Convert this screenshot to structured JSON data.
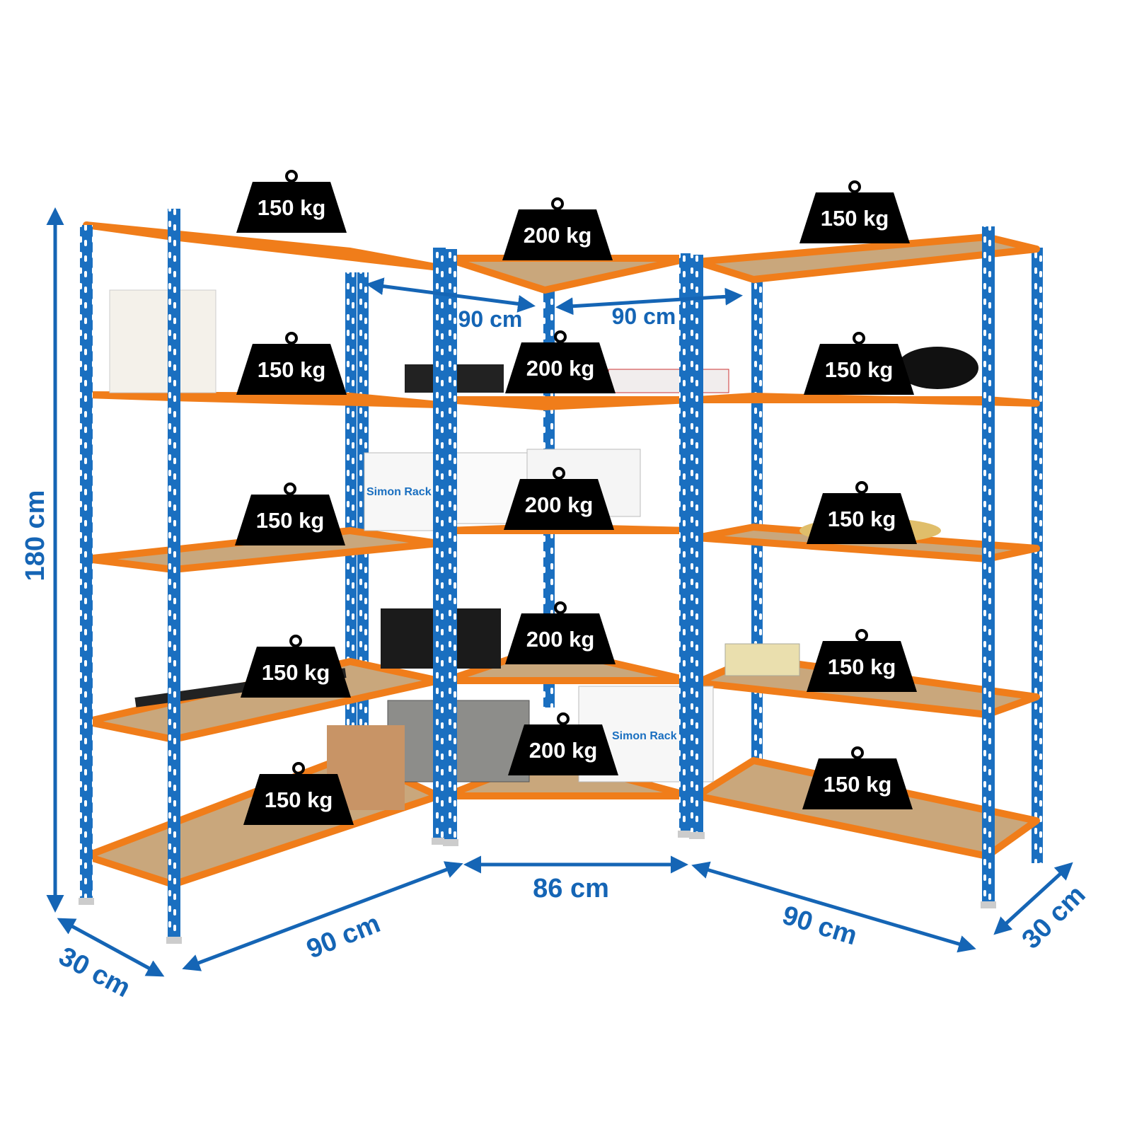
{
  "dimensions": {
    "height": "180 cm",
    "depth_left": "30 cm",
    "width_left": "90 cm",
    "width_center": "86 cm",
    "width_right": "90 cm",
    "depth_right": "30 cm",
    "inner_left": "90 cm",
    "inner_right": "90 cm"
  },
  "weights": {
    "left": [
      "150 kg",
      "150 kg",
      "150 kg",
      "150 kg",
      "150 kg"
    ],
    "center": [
      "200 kg",
      "200 kg",
      "200 kg",
      "200 kg",
      "200 kg"
    ],
    "right": [
      "150 kg",
      "150 kg",
      "150 kg",
      "150 kg",
      "150 kg"
    ]
  },
  "brand": "Simon Rack",
  "colors": {
    "upright": "#1a6fc0",
    "beam": "#f07d1a",
    "board": "#c9a77c",
    "dimension": "#1565b5",
    "weight": "#000000"
  }
}
